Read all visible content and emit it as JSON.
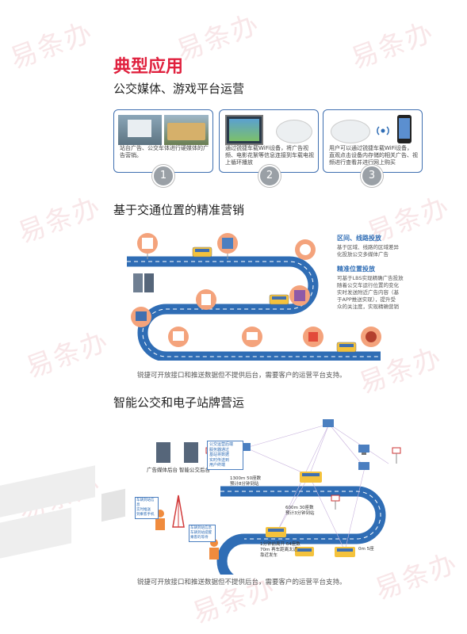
{
  "watermark": "易条办",
  "title": "典型应用",
  "section1": {
    "heading": "公交媒体、游戏平台运营",
    "cards": [
      {
        "num": "1",
        "text": "站台广告、公交车体进行硬媒体的广告营销。"
      },
      {
        "num": "2",
        "text": "通过锐捷车载WiFi设备，将广告视频、电影花絮等信息连接到车载电视上循环播放"
      },
      {
        "num": "3",
        "text": "用户可以通过锐捷车载WiFi设备，直观点击设备内存储的相关广告、视频进行查看并进行网上购买"
      }
    ]
  },
  "section2": {
    "heading": "基于交通位置的精准营销",
    "side_title1": "区间、线路投放",
    "side_text1a": "基于区域、线路的区域差异",
    "side_text1b": "化投放公交多媒体广告",
    "side_title2": "精准位置投放",
    "side_lines2": [
      "可基于LBS实现精确广告投放",
      "随着公交车运行位置的变化",
      "实时发送附近广告内容（基",
      "于APP推送实现），提升受",
      "众的关注度，实现精确营销"
    ],
    "note": "锐捷可开放接口和推送数据但不提供后台，需要客户的运营平台支持。"
  },
  "section3": {
    "heading": "智能公交和电子站牌营运",
    "server1": "广告媒体后台",
    "server2": "智能公交后台",
    "bubble_lines": [
      "公交运营后端",
      "服务器通过",
      "基站将数据",
      "实时传送到",
      "用户终端"
    ],
    "phone_lines": [
      "车辆到站信息",
      "实时推送",
      "到乘客手机"
    ],
    "sign_lines": [
      "车辆到站信息",
      "车辆到站提醒",
      "乘客的等待"
    ],
    "msg1a": "1300m  50座数",
    "msg1b": "预计8分钟到站",
    "msg2a": "600m  30座数",
    "msg2b": "预计3分钟到站",
    "msg3a": "1分钟前离开 64座数",
    "msg3b": "70m  再车距离太近",
    "msg3c": "靠近发车",
    "msg4": "0m  5座",
    "note": "锐捷可开放接口和推送数据但不提供后台，需要客户的运营平台支持。"
  },
  "colors": {
    "accent": "#e0213e",
    "road": "#2f6db5",
    "icon_bg": "#f4a37c"
  }
}
